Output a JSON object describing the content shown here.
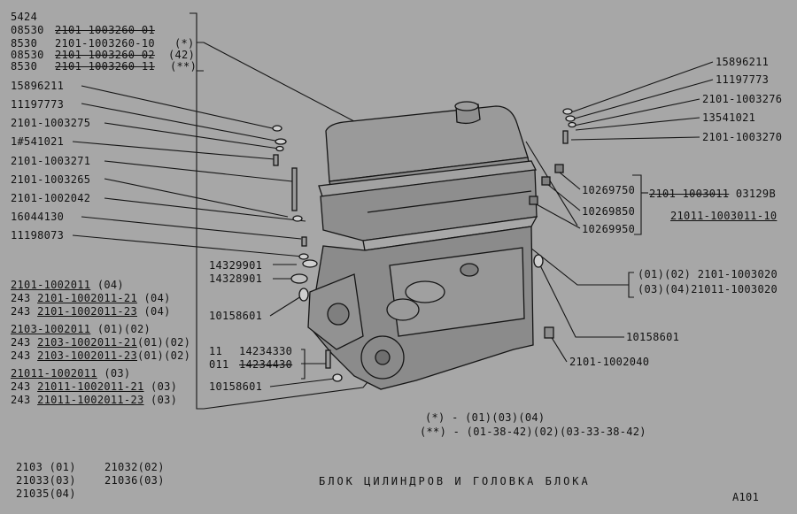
{
  "top_left_block": [
    {
      "a": "5424",
      "b": "",
      "mark": ""
    },
    {
      "a": "08530",
      "b": "2101-1003260-01",
      "mark": ""
    },
    {
      "a": "8530",
      "b": "2101-1003260-10",
      "mark": "(*)"
    },
    {
      "a": "08530",
      "b": "2101-1003260-02",
      "mark": "(42)"
    },
    {
      "a": "8530",
      "b": "2101-1003260-11",
      "mark": "(**)"
    }
  ],
  "left_parts": [
    "15896211",
    "11197773",
    "2101-1003275",
    "1#541021",
    "2101-1003271",
    "2101-1003265",
    "2101-1002042",
    "16044130",
    "11198073"
  ],
  "mid_left_parts": [
    "14329901",
    "14328901",
    "10158601"
  ],
  "block_variants": [
    {
      "prefix": "",
      "code": "2101-1002011",
      "suffix": "(04)"
    },
    {
      "prefix": "243",
      "code": "2101-1002011-21",
      "suffix": "(04)"
    },
    {
      "prefix": "243",
      "code": "2101-1002011-23",
      "suffix": "(04)"
    },
    {
      "prefix": "",
      "code": "2103-1002011",
      "suffix": "(01)(02)"
    },
    {
      "prefix": "243",
      "code": "2103-1002011-21",
      "suffix": "(01)(02)"
    },
    {
      "prefix": "243",
      "code": "2103-1002011-23",
      "suffix": "(01)(02)"
    },
    {
      "prefix": "",
      "code": "21011-1002011",
      "suffix": "(03)"
    },
    {
      "prefix": "243",
      "code": "21011-1002011-21",
      "suffix": "(03)"
    },
    {
      "prefix": "243",
      "code": "21011-1002011-23",
      "suffix": "(03)"
    }
  ],
  "bolt_labels": [
    {
      "a": "11",
      "b": "14234330"
    },
    {
      "a": "011",
      "b": "14234430"
    }
  ],
  "bottom_left_part": "10158601",
  "right_parts": [
    "15896211",
    "11197773",
    "2101-1003276",
    "13541021",
    "2101-1003270"
  ],
  "head_parts": [
    "10269750",
    "10269850",
    "10269950"
  ],
  "head_assembly": [
    {
      "code": "2101-1003011",
      "suffix": "03129B"
    },
    {
      "code": "21011-1003011-10",
      "suffix": ""
    }
  ],
  "gasket_variants": [
    {
      "marks": "(01)(02)",
      "code": "2101-1003020"
    },
    {
      "marks": "(03)(04)",
      "code": "21011-1003020"
    }
  ],
  "right_lower_parts": [
    "10158601",
    "2101-1002040"
  ],
  "footnotes": [
    "(*) - (01)(03)(04)",
    "(**) - (01-38-42)(02)(03-33-38-42)"
  ],
  "models": [
    {
      "a": "2103 (01)",
      "b": "21032(02)"
    },
    {
      "a": "21033(03)",
      "b": "21036(03)"
    },
    {
      "a": "21035(04)",
      "b": ""
    }
  ],
  "title": "БЛОК ЦИЛИНДРОВ И ГОЛОВКА БЛОКА",
  "page_code": "A101"
}
